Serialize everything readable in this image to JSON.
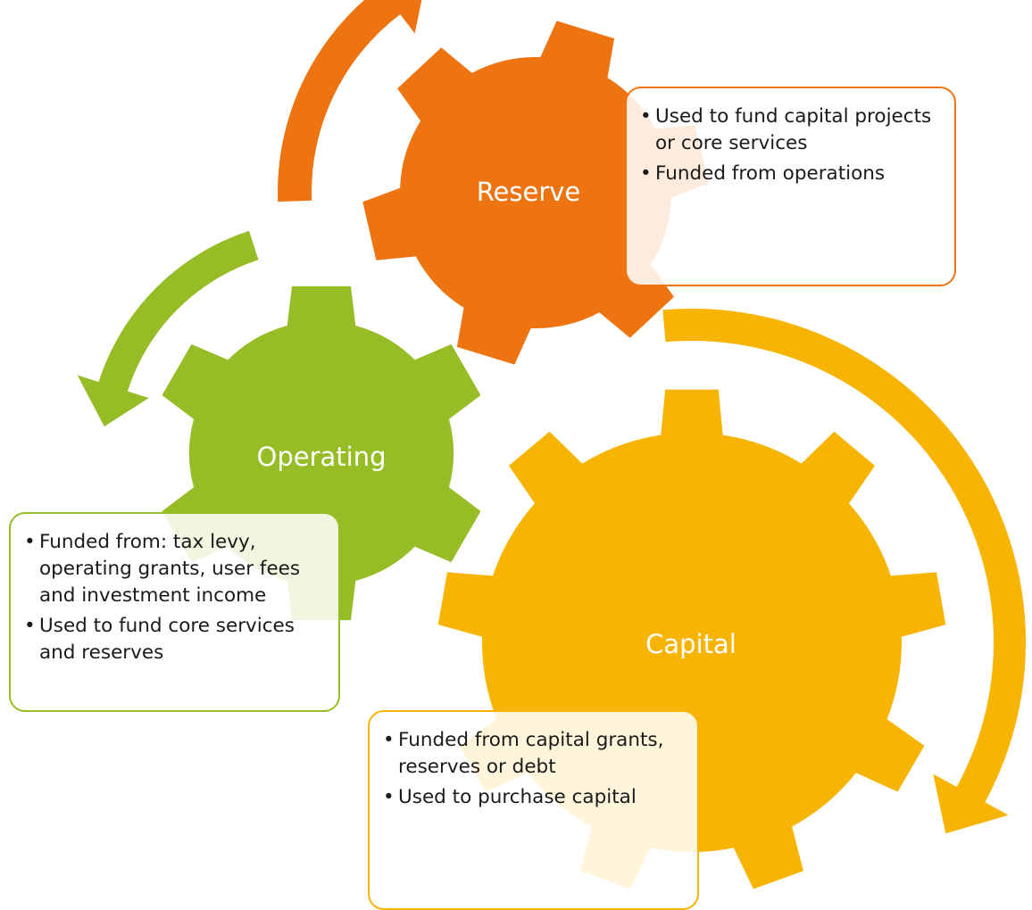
{
  "colors": {
    "reserve": "#ED7411",
    "operating": "#96BD26",
    "capital": "#F8B402",
    "label_text": "#FFFFFF"
  },
  "gears": {
    "reserve": {
      "label": "Reserve",
      "teeth": 6
    },
    "operating": {
      "label": "Operating",
      "teeth": 6
    },
    "capital": {
      "label": "Capital",
      "teeth": 9
    }
  },
  "boxes": {
    "reserve": {
      "bullets": [
        "Used to fund capital projects or core services",
        "Funded from operations"
      ]
    },
    "operating": {
      "bullets": [
        "Funded from: tax levy, operating grants, user fees and investment income",
        "Used to fund core services and reserves"
      ]
    },
    "capital": {
      "bullets": [
        "Funded from capital grants, reserves or debt",
        "Used to purchase capital"
      ]
    }
  },
  "bullet_glyph": "•",
  "arrows": [
    {
      "color_key": "reserve",
      "direction": "clockwise"
    },
    {
      "color_key": "operating",
      "direction": "counter-clockwise"
    },
    {
      "color_key": "capital",
      "direction": "clockwise"
    }
  ]
}
